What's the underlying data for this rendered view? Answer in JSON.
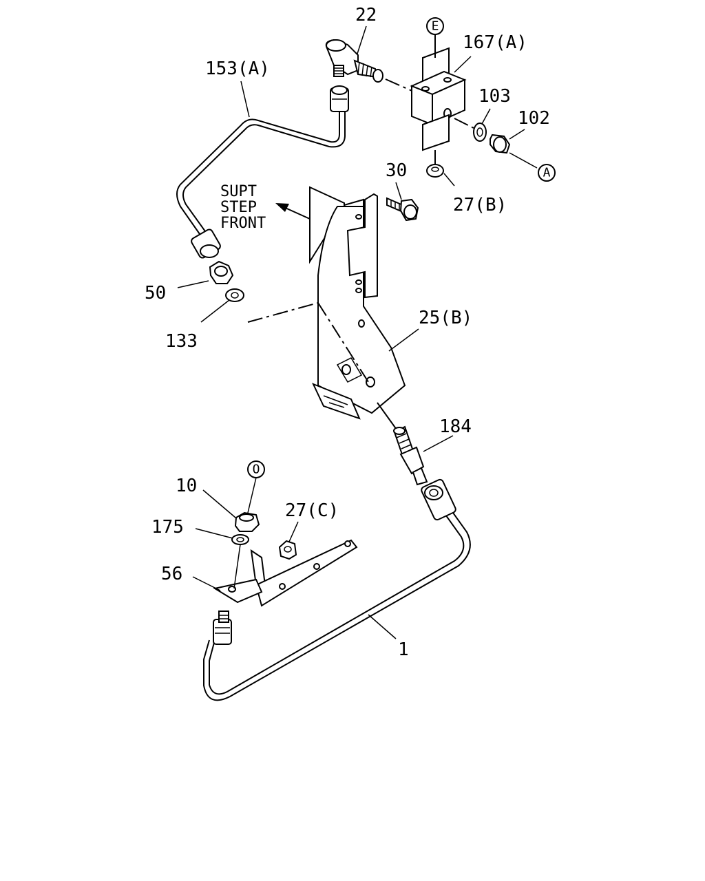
{
  "diagram": {
    "callouts": {
      "p22": "22",
      "p167a": "167(A)",
      "p153a": "153(A)",
      "p103": "103",
      "p102": "102",
      "p30": "30",
      "p27b": "27(B)",
      "p50": "50",
      "p133": "133",
      "p25b": "25(B)",
      "p184": "184",
      "p10": "10",
      "p175": "175",
      "p27c": "27(C)",
      "p56": "56",
      "p1": "1"
    },
    "reference_markers": {
      "e": "E",
      "a": "A",
      "o": "O"
    },
    "direction_note": {
      "line1": "SUPT",
      "line2": "STEP",
      "line3": "FRONT"
    }
  }
}
